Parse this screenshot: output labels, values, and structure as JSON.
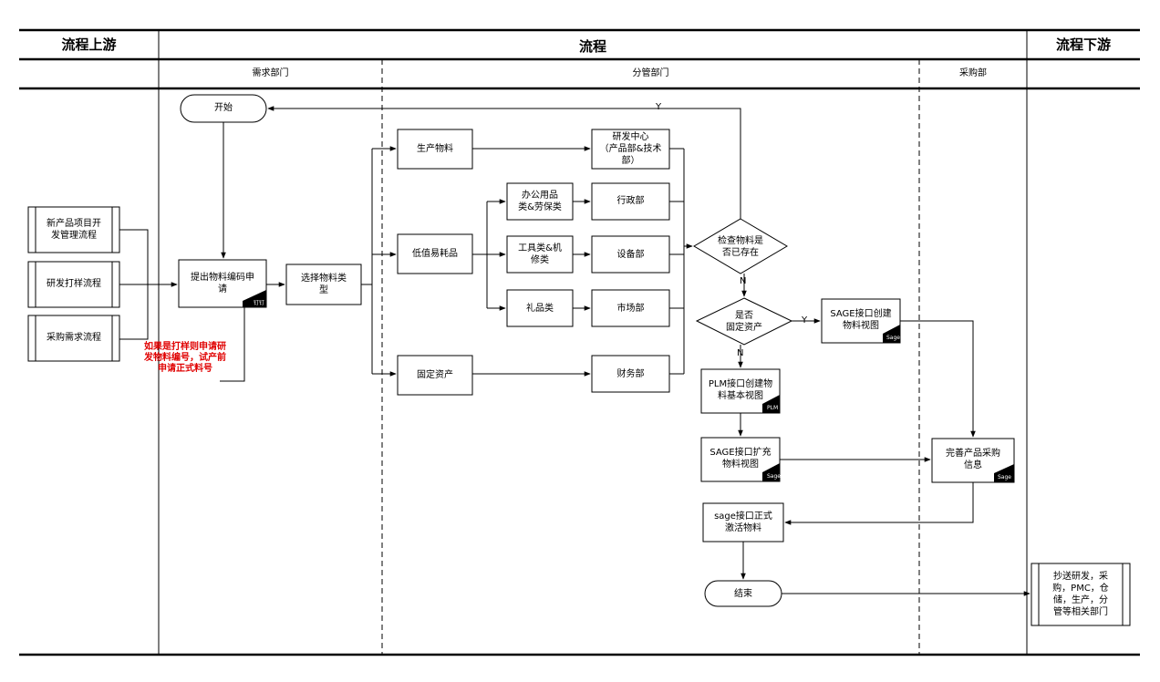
{
  "header": {
    "upstream": "流程上游",
    "process": "流程",
    "downstream": "流程下游"
  },
  "lanes": {
    "demand": "需求部门",
    "manage": "分管部门",
    "purchase": "采购部"
  },
  "upstream_flows": {
    "new_product": "新产品项目开\n发管理流程",
    "sample": "研发打样流程",
    "purchase_req": "采购需求流程"
  },
  "nodes": {
    "start": "开始",
    "submit": "提出物料编码申\n请",
    "select_type": "选择物料类\n型",
    "production": "生产物料",
    "low_value": "低值易耗品",
    "fixed": "固定资产",
    "rd_center": "研发中心\n（产品部&技术\n部）",
    "office": "办公用品\n类&劳保类",
    "tools": "工具类&机\n修类",
    "gifts": "礼品类",
    "admin": "行政部",
    "equipment": "设备部",
    "market": "市场部",
    "finance": "财务部",
    "check": "检查物料是\n否已存在",
    "is_fixed": "是否\n固定资产",
    "sage_create": "SAGE接口创建\n物料视图",
    "plm_create": "PLM接口创建物\n料基本视图",
    "sage_extend": "SAGE接口扩充\n物料视图",
    "purchase_info": "完善产品采购\n信息",
    "sage_activate": "sage接口正式\n激活物料",
    "end": "结束",
    "cc_notify": "抄送研发，采\n购，PMC，仓\n储，生产，分\n管等相关部门"
  },
  "tags": {
    "submit": "钉钉",
    "sage_create": "Sage",
    "plm_create": "PLM",
    "sage_extend": "Sage",
    "purchase_info": "Sage"
  },
  "edge_labels": {
    "y_top": "Y",
    "n_check": "N",
    "y_fixed": "Y",
    "n_fixed": "N"
  },
  "note": "如果是打样则申请研\n发物料编号，试产前\n申请正式料号",
  "colors": {
    "note": "#e00000",
    "line": "#000000"
  }
}
